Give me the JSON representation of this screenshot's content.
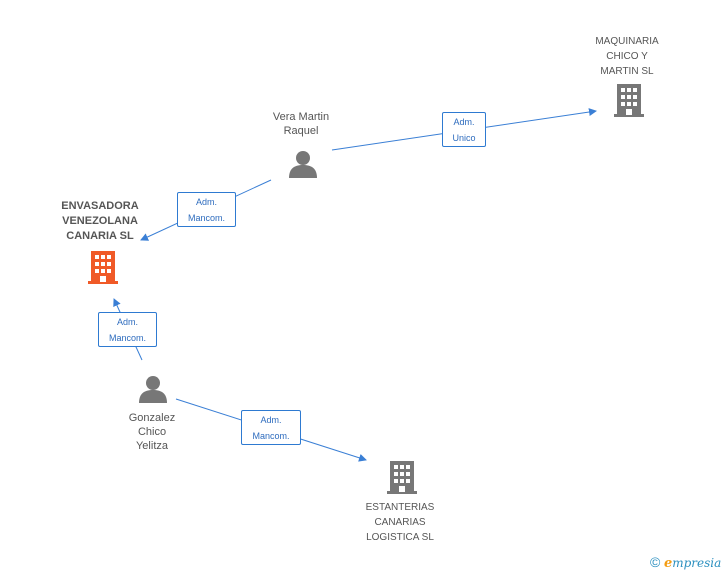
{
  "nodes": {
    "vera": {
      "label_lines": [
        "Vera Martin",
        "Raquel"
      ],
      "kind": "person"
    },
    "gonzalez": {
      "label_lines": [
        "Gonzalez",
        "Chico",
        "Yelitza"
      ],
      "kind": "person"
    },
    "maquinaria": {
      "label_lines": [
        "MAQUINARIA",
        "CHICO Y",
        "MARTIN SL"
      ],
      "kind": "company"
    },
    "envasadora": {
      "label_lines": [
        "ENVASADORA",
        "VENEZOLANA",
        "CANARIA SL"
      ],
      "kind": "company-main"
    },
    "estanterias": {
      "label_lines": [
        "ESTANTERIAS",
        "CANARIAS",
        "LOGISTICA SL"
      ],
      "kind": "company"
    }
  },
  "edges": [
    {
      "from": "vera",
      "to": "maquinaria",
      "role_lines": [
        "Adm.",
        "Unico"
      ]
    },
    {
      "from": "vera",
      "to": "envasadora",
      "role_lines": [
        "Adm.",
        "Mancom."
      ]
    },
    {
      "from": "gonzalez",
      "to": "envasadora",
      "role_lines": [
        "Adm.",
        "Mancom."
      ]
    },
    {
      "from": "gonzalez",
      "to": "estanterias",
      "role_lines": [
        "Adm.",
        "Mancom."
      ]
    }
  ],
  "colors": {
    "edge": "#3a7fd5",
    "person_icon": "#777777",
    "company_icon": "#777777",
    "main_company_icon": "#f05a28"
  },
  "brand": {
    "copyright": "©",
    "first_letter": "e",
    "rest": "mpresia"
  }
}
